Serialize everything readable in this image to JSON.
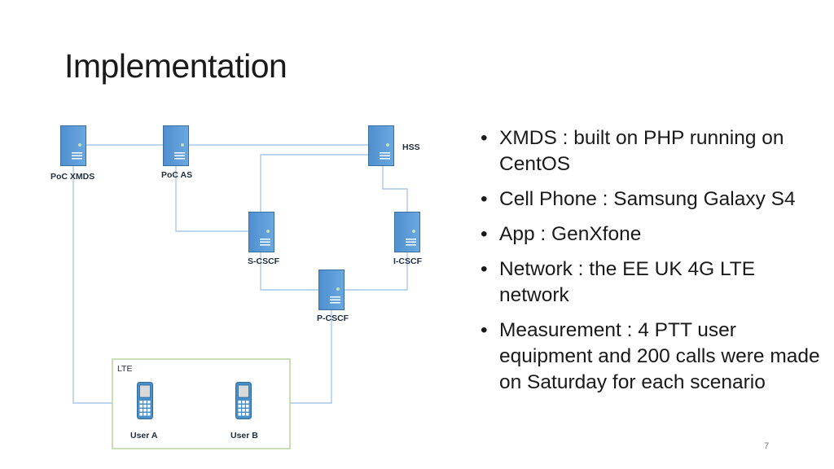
{
  "slide": {
    "title": "Implementation",
    "page_number": "7"
  },
  "diagram": {
    "nodes": {
      "poc_xmds": "PoC XMDS",
      "poc_as": "PoC AS",
      "hss": "HSS",
      "s_cscf": "S-CSCF",
      "i_cscf": "I-CSCF",
      "p_cscf": "P-CSCF",
      "user_a": "User A",
      "user_b": "User B"
    },
    "lte_label": "LTE",
    "colors": {
      "server": "#5b9bd5",
      "server_dark": "#41719c",
      "link": "#9dc3e6",
      "lte_border": "#a9d18e",
      "phone": "#4a90c8"
    }
  },
  "bullets": [
    "XMDS : built on PHP running on CentOS",
    "Cell Phone : Samsung Galaxy S4",
    "App :  GenXfone",
    "Network : the EE UK 4G LTE network",
    "Measurement : 4 PTT user equipment and 200 calls were made on Saturday for each scenario"
  ]
}
